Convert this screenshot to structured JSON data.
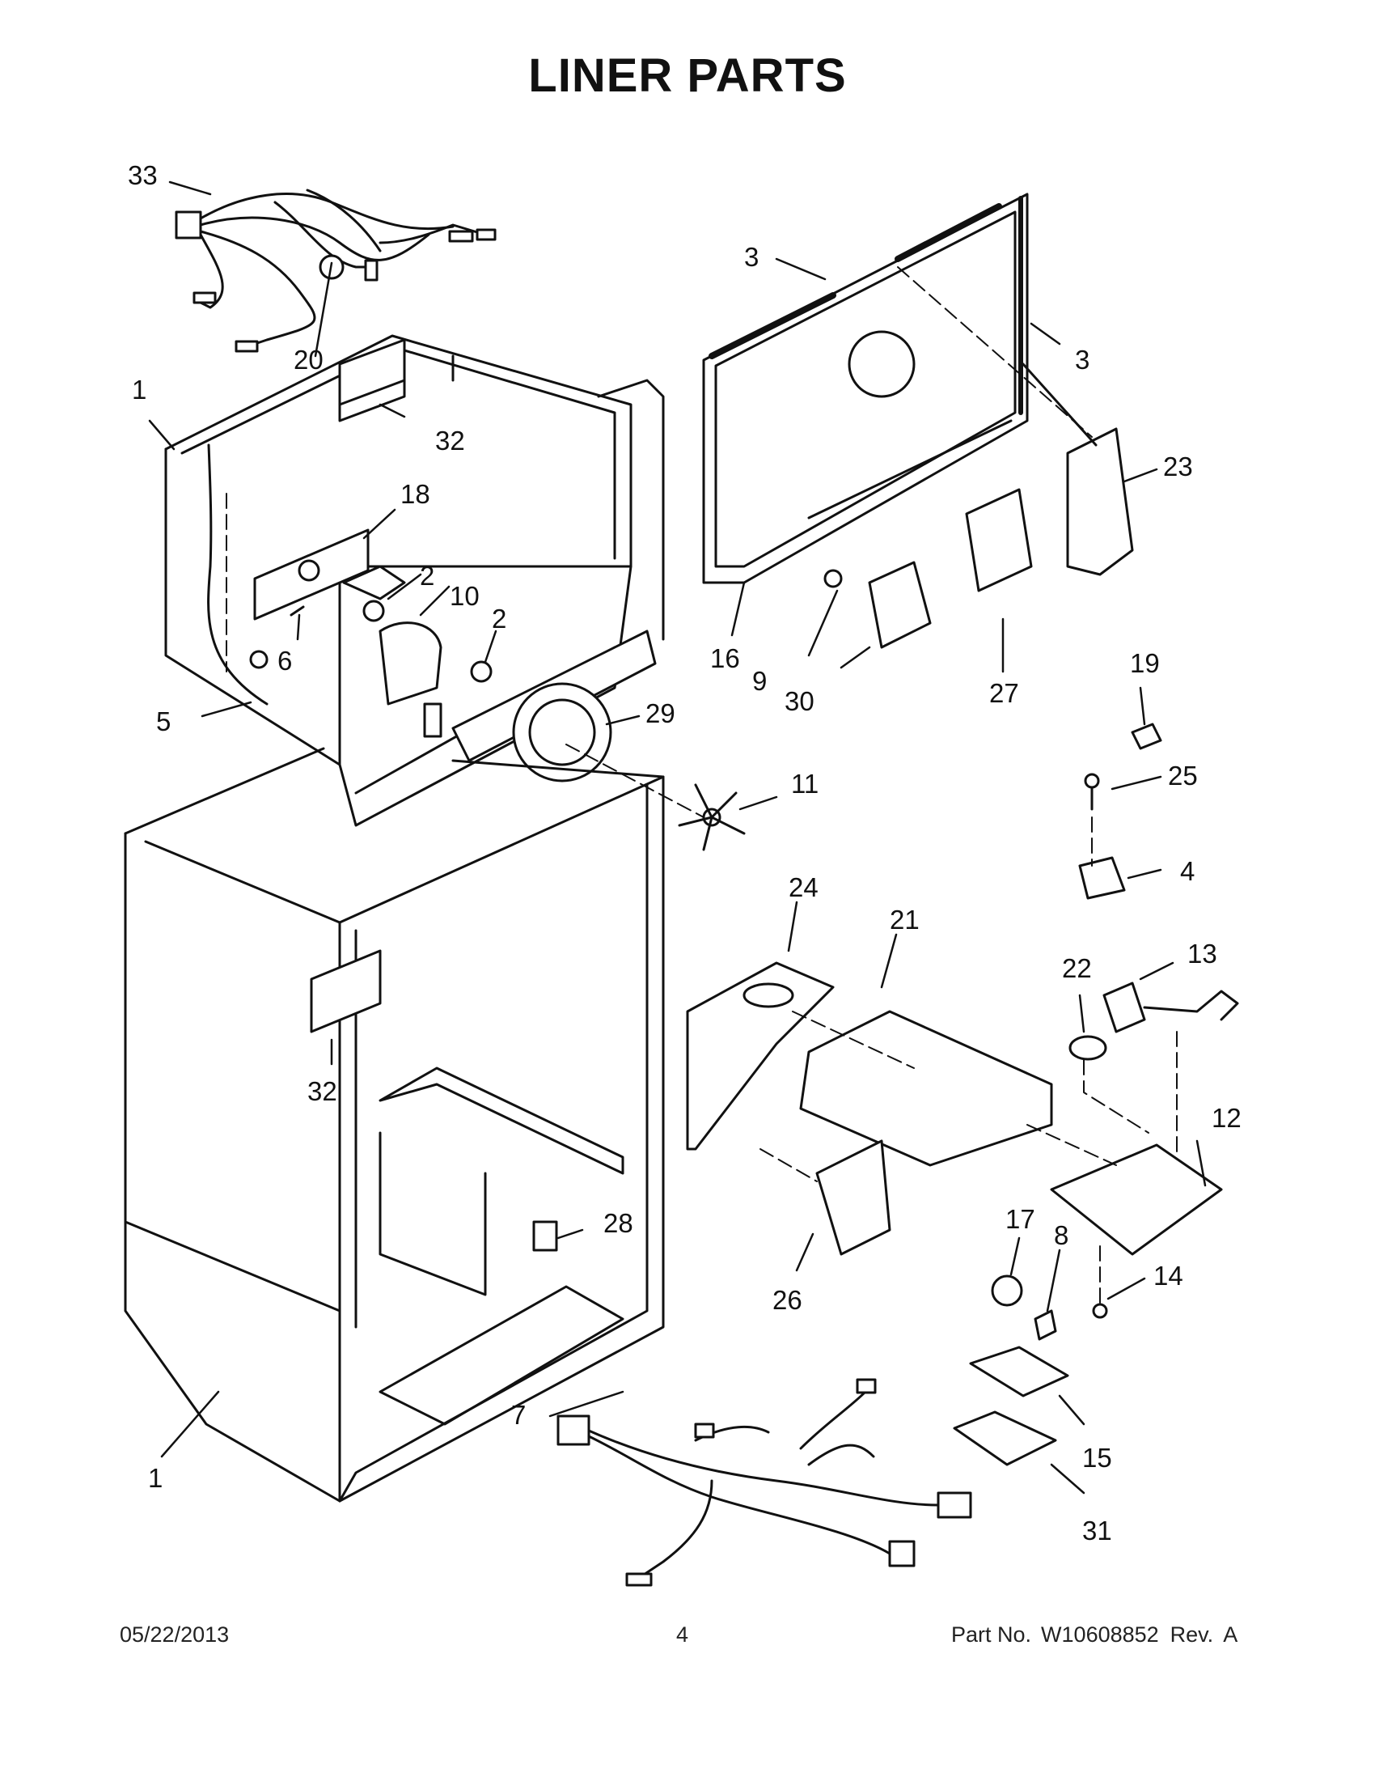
{
  "title": "LINER PARTS",
  "callouts": [
    "33",
    "20",
    "1",
    "32",
    "18",
    "2",
    "10",
    "2",
    "6",
    "5",
    "29",
    "11",
    "3",
    "3",
    "23",
    "16",
    "9",
    "30",
    "27",
    "19",
    "25",
    "4",
    "24",
    "21",
    "22",
    "13",
    "32",
    "12",
    "28",
    "17",
    "8",
    "14",
    "26",
    "15",
    "7",
    "31",
    "1"
  ],
  "footer": {
    "date": "05/22/2013",
    "page": "4",
    "part_label": "Part No.",
    "part_number": "W10608852",
    "rev_label": "Rev.",
    "rev": "A"
  },
  "colors": {
    "ink": "#111111",
    "paper": "#ffffff"
  }
}
